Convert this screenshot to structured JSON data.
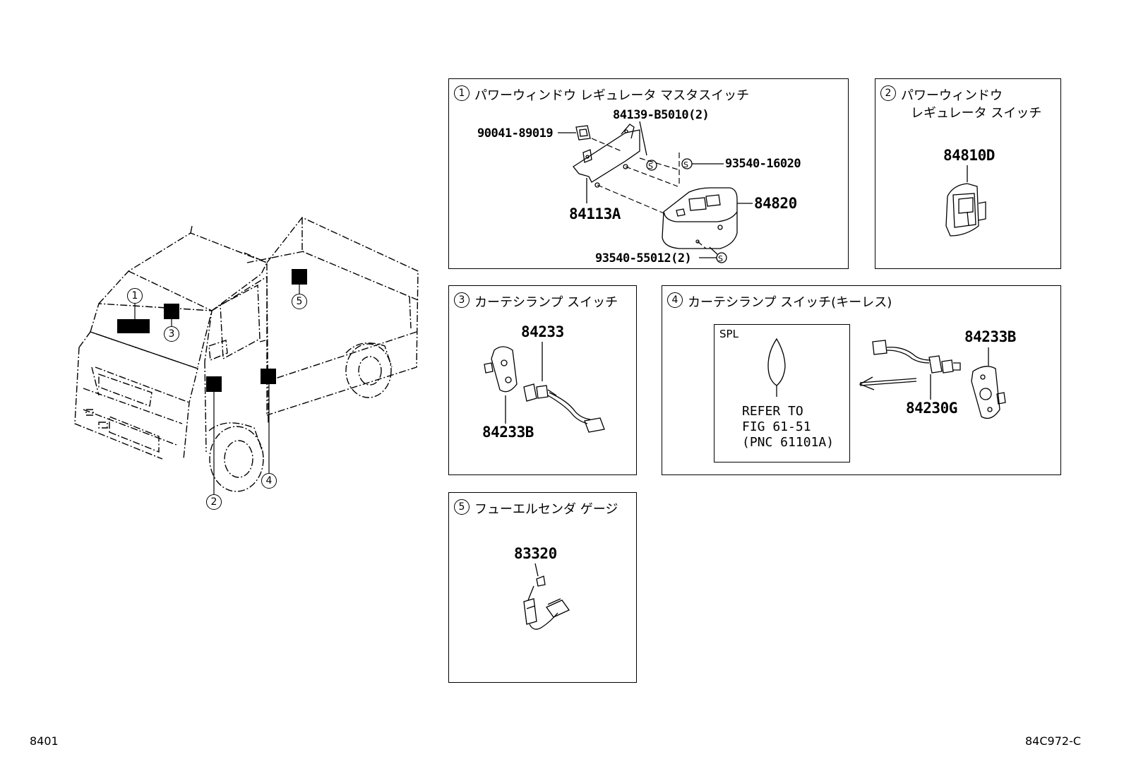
{
  "footer": {
    "left_code": "8401",
    "right_code": "84C972-C"
  },
  "callouts": [
    "1",
    "2",
    "3",
    "4",
    "5"
  ],
  "panels": [
    {
      "title": "パワーウィンドウ レギュレータ マスタスイッチ",
      "parts": [
        "84139-B5010(2)",
        "90041-89019",
        "93540-16020",
        "84820",
        "84113A",
        "93540-55012(2)"
      ]
    },
    {
      "title": "パワーウィンドウ",
      "title2": "レギュレータ スイッチ",
      "parts": [
        "84810D"
      ]
    },
    {
      "title": "カーテシランプ スイッチ",
      "parts": [
        "84233",
        "84233B"
      ]
    },
    {
      "title": "カーテシランプ スイッチ(キーレス)",
      "parts": [
        "84233B",
        "84230G"
      ],
      "spl": {
        "label": "SPL",
        "refer": [
          "REFER TO",
          "FIG 61-51",
          "(PNC 61101A)"
        ]
      }
    },
    {
      "title": "フューエルセンダ ゲージ",
      "parts": [
        "83320"
      ]
    }
  ],
  "symbols": {
    "screw": "S"
  }
}
